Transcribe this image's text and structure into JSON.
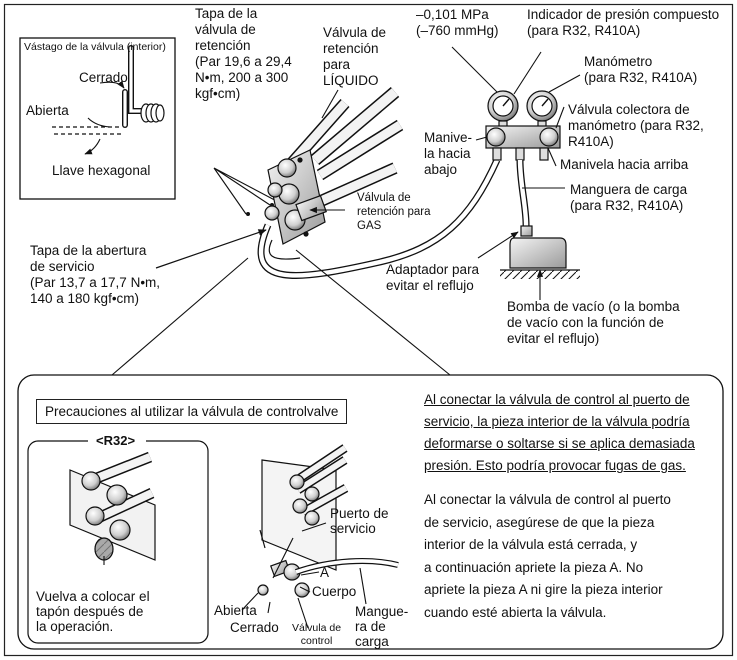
{
  "labels": {
    "inset_stem": "Vástago de la válvula (interior)",
    "closed": "Cerrado",
    "open": "Abierta",
    "hex_key": "Llave hexagonal",
    "check_cap": [
      "Tapa de la",
      "válvula de",
      "retención",
      "(Par 19,6 a 29,4",
      "N•m, 200 a 300",
      "kgf•cm)"
    ],
    "liquid_valve": [
      "Válvula de",
      "retención",
      "para",
      "LÍQUIDO"
    ],
    "gas_valve": [
      "Válvula de",
      "retención para",
      "GAS"
    ],
    "service_cap": [
      "Tapa de la abertura",
      "de servicio",
      "(Par 13,7 a 17,7 N•m,",
      "140 a 180 kgf•cm)"
    ],
    "pressure_low": [
      "–0,101 MPa",
      "(–760 mmHg)"
    ],
    "compound_gauge": [
      "Indicador de presión compuesto",
      "(para R32, R410A)"
    ],
    "manometer": [
      "Manómetro",
      "(para R32, R410A)"
    ],
    "manifold_valve": [
      "Válvula colectora de",
      "manómetro (para R32,",
      "R410A)"
    ],
    "handle_low": [
      "Manive-",
      "la hacia",
      "abajo"
    ],
    "handle_high": "Manivela hacia arriba",
    "charge_hose": [
      "Manguera de carga",
      "(para R32, R410A)"
    ],
    "adapter": [
      "Adaptador para",
      "evitar el reflujo"
    ],
    "vacuum_pump": [
      "Bomba de vacío (o la bomba",
      "de vacío con la función de",
      "evitar el reflujo)"
    ]
  },
  "lower": {
    "title": "Precauciones al utilizar la válvula de controlvalve",
    "r32": "<R32>",
    "replace_cap": [
      "Vuelva a colocar el",
      "tapón después de",
      "la operación."
    ],
    "service_port": [
      "Puerto de",
      "servicio"
    ],
    "a": "A",
    "body": "Cuerpo",
    "open": "Abierta",
    "closed": "Cerrado",
    "control_valve": [
      "Válvula de",
      "control"
    ],
    "charge_hose": [
      "Mangue-",
      "ra de",
      "carga"
    ],
    "warning": [
      "Al conectar la válvula de control al puerto de",
      "servicio, la pieza interior de la válvula podría",
      "deformarse o soltarse si se aplica demasiada",
      "presión. Esto podría provocar fugas de gas."
    ],
    "instruction": [
      "Al conectar la válvula de control al puerto",
      "de servicio, asegúrese de que la pieza",
      "interior de la válvula está cerrada, y",
      "a continuación apriete la pieza A. No",
      "apriete la pieza A ni gire la pieza interior",
      "cuando esté abierta la válvula."
    ]
  }
}
